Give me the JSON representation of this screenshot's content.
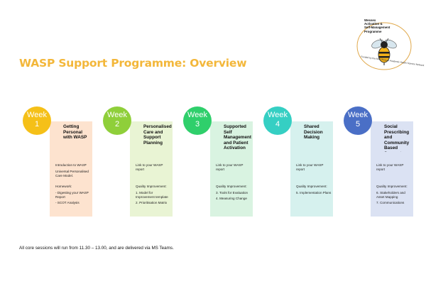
{
  "title": "WASP Support Programme: Overview",
  "logo": {
    "lines": [
      "Wessex",
      "Activation &",
      "Self-Management",
      "Programme"
    ],
    "caption": "Funded by the NHS Wessex Academic Health Science Network"
  },
  "weeks": [
    {
      "week_label": "Week",
      "week_number": "1",
      "circle_color": "#f5c018",
      "panel_color": "#fde3cf",
      "title": "Getting Personal with WASP",
      "sections": [
        [
          "Introduction to WASP",
          "Universal Personalised Care Model."
        ],
        [
          "Homework:",
          "- Digesting your WASP Report",
          "- SCOT Analysis"
        ]
      ]
    },
    {
      "week_label": "Week",
      "week_number": "2",
      "circle_color": "#8fcf3a",
      "panel_color": "#e9f4d4",
      "title": "Personalised Care and Support Planning",
      "sections": [
        [
          "Link to your WASP report"
        ],
        [
          "Quality Improvement:",
          "1. Model for Improvement template",
          "2. Prioritisation Matrix"
        ]
      ]
    },
    {
      "week_label": "Week",
      "week_number": "3",
      "circle_color": "#2fcf6b",
      "panel_color": "#d9f3e1",
      "title": "Supported Self Management and Patient Activation",
      "sections": [
        [
          "Link to your WASP report"
        ],
        [
          "Quality Improvement:",
          "3. Tools for Evaluation",
          "4. Measuring Change"
        ]
      ]
    },
    {
      "week_label": "Week",
      "week_number": "4",
      "circle_color": "#35cfc3",
      "panel_color": "#d6f1ee",
      "title": "Shared Decision Making",
      "sections": [
        [
          "Link to your WASP report"
        ],
        [
          "Quality Improvement:",
          "5. Implementation Plans"
        ]
      ]
    },
    {
      "week_label": "Week",
      "week_number": "5",
      "circle_color": "#4a6fc6",
      "panel_color": "#dbe2f3",
      "title": "Social Prescribing and Community Based Support",
      "sections": [
        [
          "Link to your WASP report"
        ],
        [
          "Quality Improvement:",
          "6. Stakeholders and Asset Mapping",
          "7. Communications"
        ]
      ]
    }
  ],
  "footer": "All core sessions will run from 11.30 – 13.00, and are delivered via MS Teams."
}
